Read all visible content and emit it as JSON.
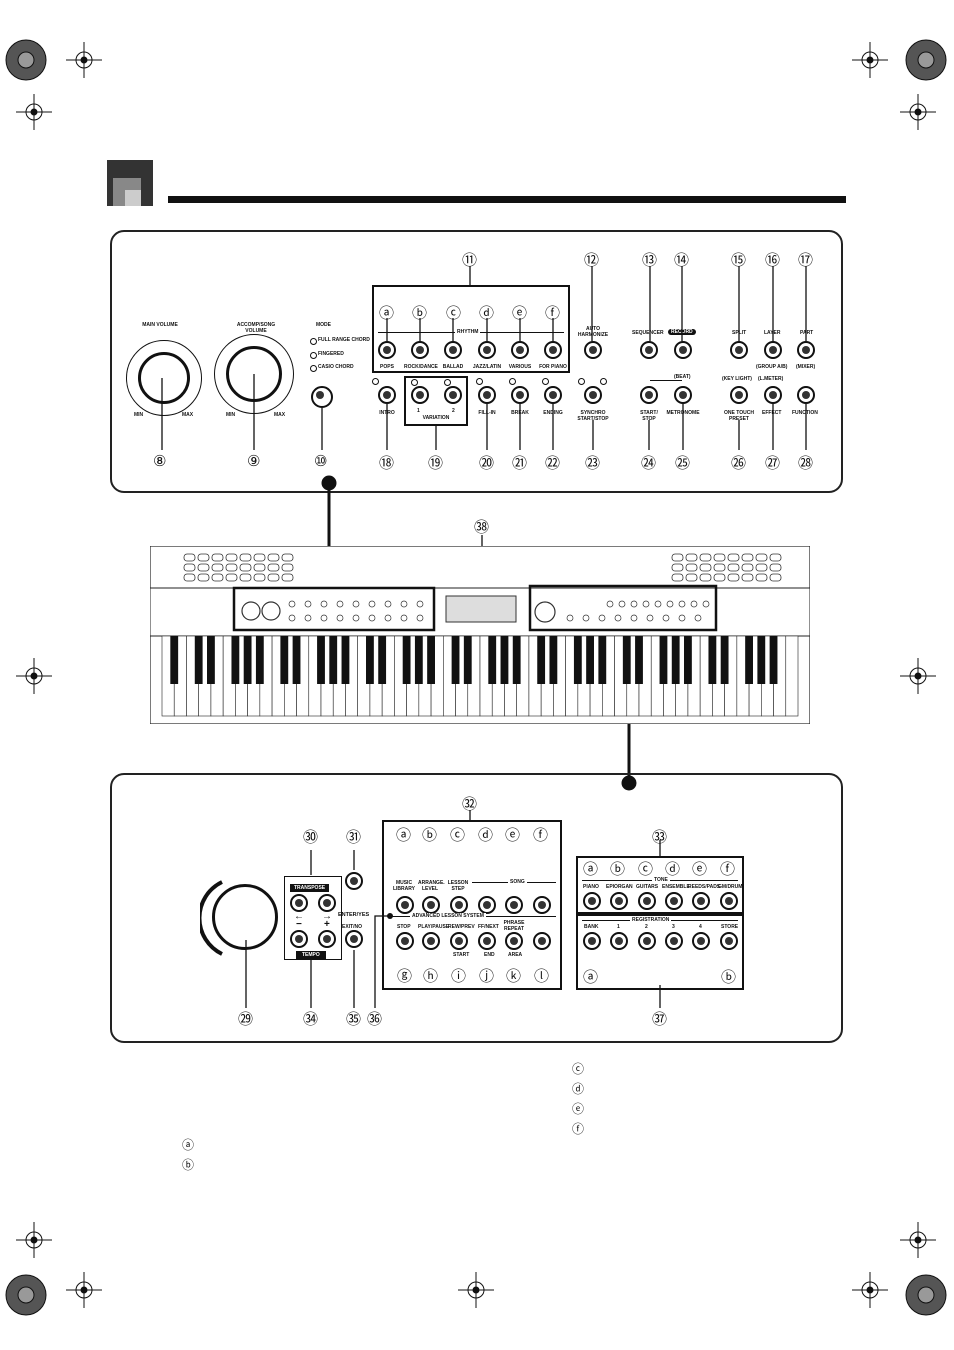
{
  "top_panel": {
    "callouts_top": [
      "⑪",
      "⑫",
      "⑬",
      "⑭",
      "⑮",
      "⑯",
      "⑰"
    ],
    "callouts_bottom": [
      "⑧",
      "⑨",
      "⑩",
      "⑱",
      "⑲",
      "⑳",
      "㉑",
      "㉒",
      "㉓",
      "㉔",
      "㉕",
      "㉖",
      "㉗",
      "㉘"
    ],
    "letters": [
      "ⓐ",
      "ⓑ",
      "ⓒ",
      "ⓓ",
      "ⓔ",
      "ⓕ"
    ],
    "main_volume": "MAIN VOLUME",
    "accomp_volume": "ACCOMP/SONG VOLUME",
    "min": "MIN",
    "max": "MAX",
    "mode": "MODE",
    "mode_options": [
      "FULL RANGE CHORD",
      "FINGERED",
      "CASIO CHORD"
    ],
    "rhythm": "RHYTHM",
    "rhythm_buttons": [
      "POPS",
      "ROCK/DANCE",
      "BALLAD",
      "JAZZ/LATIN",
      "VARIOUS",
      "FOR PIANO"
    ],
    "row2_buttons": [
      "INTRO",
      "FILL-IN",
      "BREAK",
      "ENDING",
      "SYNCHRO START/STOP"
    ],
    "variation": "VARIATION",
    "var_nums": [
      "1",
      "2"
    ],
    "auto_harmonize": "AUTO HARMONIZE",
    "sequencer": "SEQUENCER",
    "record": "RECORD",
    "split": "SPLIT",
    "layer": "LAYER",
    "group": "(GROUP A/B)",
    "part": "PART",
    "mixer": "(MIXER)",
    "beat": "(BEAT)",
    "start_stop": "START/ STOP",
    "metronome": "METRONOME",
    "key_light": "(KEY LIGHT)",
    "l_meter": "(L.METER)",
    "one_touch": "ONE TOUCH PRESET",
    "effect": "EFFECT",
    "function": "FUNCTION"
  },
  "middle": {
    "callout": "㊳"
  },
  "bottom_panel": {
    "callouts": [
      "㉙",
      "㉚",
      "㉛",
      "㉜",
      "㉝",
      "㉞",
      "㉟",
      "㊱",
      "㊲"
    ],
    "letters_top": [
      "ⓐ",
      "ⓑ",
      "ⓒ",
      "ⓓ",
      "ⓔ",
      "ⓕ"
    ],
    "letters_bottom": [
      "ⓖ",
      "ⓗ",
      "ⓘ",
      "ⓙ",
      "ⓚ",
      "ⓛ"
    ],
    "song_buttons": [
      "MUSIC LIBRARY",
      "ARRANGE. LEVEL",
      "LESSON STEP",
      "",
      "",
      ""
    ],
    "song_label": "SONG",
    "advanced": "ADVANCED LESSON SYSTEM",
    "lesson_buttons": [
      "STOP",
      "PLAY/PAUSE",
      "REW/PREV",
      "FF/NEXT",
      "PHRASE REPEAT",
      ""
    ],
    "start": "START",
    "end": "END",
    "area": "AREA",
    "tone_label": "TONE",
    "tone_buttons": [
      "PIANO",
      "EPIORGAN",
      "GUITARS",
      "ENSEMBLE",
      "REEDS/PADS",
      "GM/DRUM"
    ],
    "registration": "REGISTRATION",
    "reg_buttons": [
      "BANK",
      "1",
      "2",
      "3",
      "4",
      "STORE"
    ],
    "reg_letters": [
      "ⓐ",
      "ⓑ"
    ],
    "enter_yes": "ENTER/YES",
    "exit_no": "EXIT/NO",
    "tempo": "TEMPO",
    "transpose": "TRANSPOSE",
    "minus": "−",
    "plus": "+",
    "left_arrow": "←",
    "right_arrow": "→"
  },
  "legend": {
    "left": [
      "ⓐ",
      "ⓑ"
    ],
    "right": [
      "ⓒ",
      "ⓓ",
      "ⓔ",
      "ⓕ"
    ]
  }
}
